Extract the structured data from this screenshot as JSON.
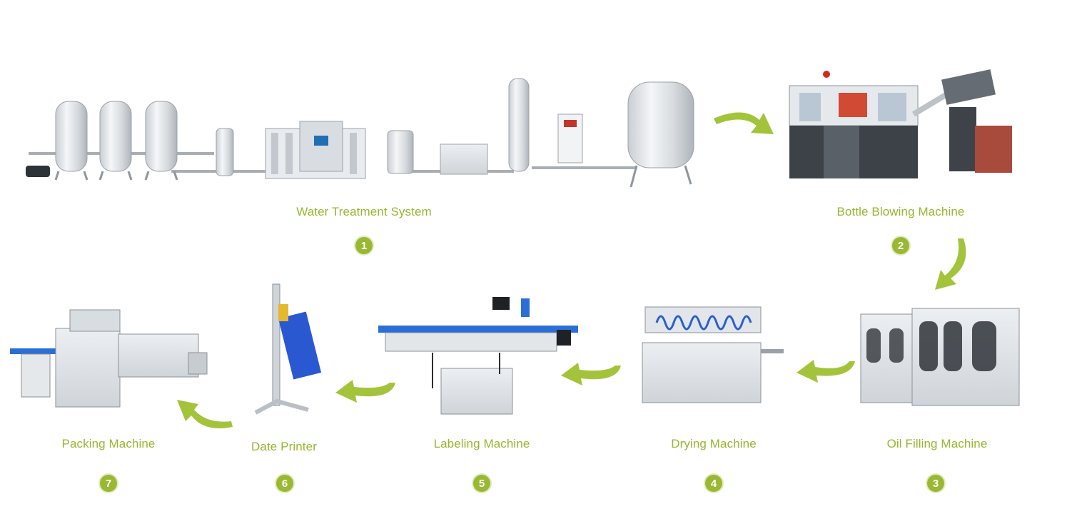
{
  "theme": {
    "accent": "#9ab833",
    "label_color": "#97b531",
    "arrow_color": "#a3c43a"
  },
  "stages": [
    {
      "number": "1",
      "label": "Water Treatment System"
    },
    {
      "number": "2",
      "label": "Bottle Blowing Machine"
    },
    {
      "number": "3",
      "label": "Oil Filling Machine"
    },
    {
      "number": "4",
      "label": "Drying Machine"
    },
    {
      "number": "5",
      "label": "Labeling Machine"
    },
    {
      "number": "6",
      "label": "Date Printer"
    },
    {
      "number": "7",
      "label": "Packing Machine"
    }
  ]
}
